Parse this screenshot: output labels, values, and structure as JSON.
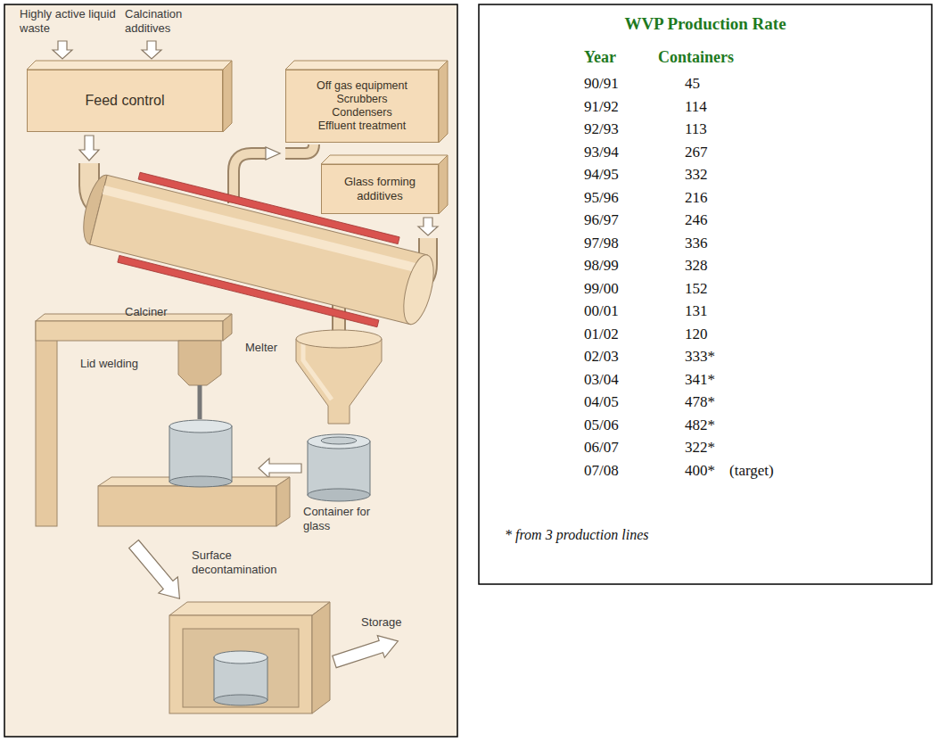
{
  "diagram": {
    "title": "WVP Production Rate",
    "nodes": [
      {
        "text": [
          "Feed control"
        ]
      },
      {
        "text": [
          "Off gas equipment",
          "Scrubbers",
          "Condensers",
          "Effluent treatment"
        ]
      },
      {
        "text": [
          "Glass forming additives"
        ]
      }
    ],
    "labels": [
      "Highly active liquid waste",
      "Calcination additives",
      "Calciner",
      "Melter",
      "Lid welding",
      "Container for glass",
      "Surface decontamination",
      "Storage",
      "Year",
      "Containers",
      "90/91",
      "45",
      "91/92",
      "114",
      "92/93",
      "113",
      "93/94",
      "267",
      "94/95",
      "332",
      "95/96",
      "216",
      "96/97",
      "246",
      "97/98",
      "336",
      "98/99",
      "328",
      "99/00",
      "152",
      "00/01",
      "131",
      "01/02",
      "120",
      "02/03",
      "333*",
      "03/04",
      "341*",
      "04/05",
      "478*",
      "05/06",
      "482*",
      "06/07",
      "322*",
      "07/08",
      "400*",
      "(target)",
      "* from 3 production lines"
    ]
  }
}
